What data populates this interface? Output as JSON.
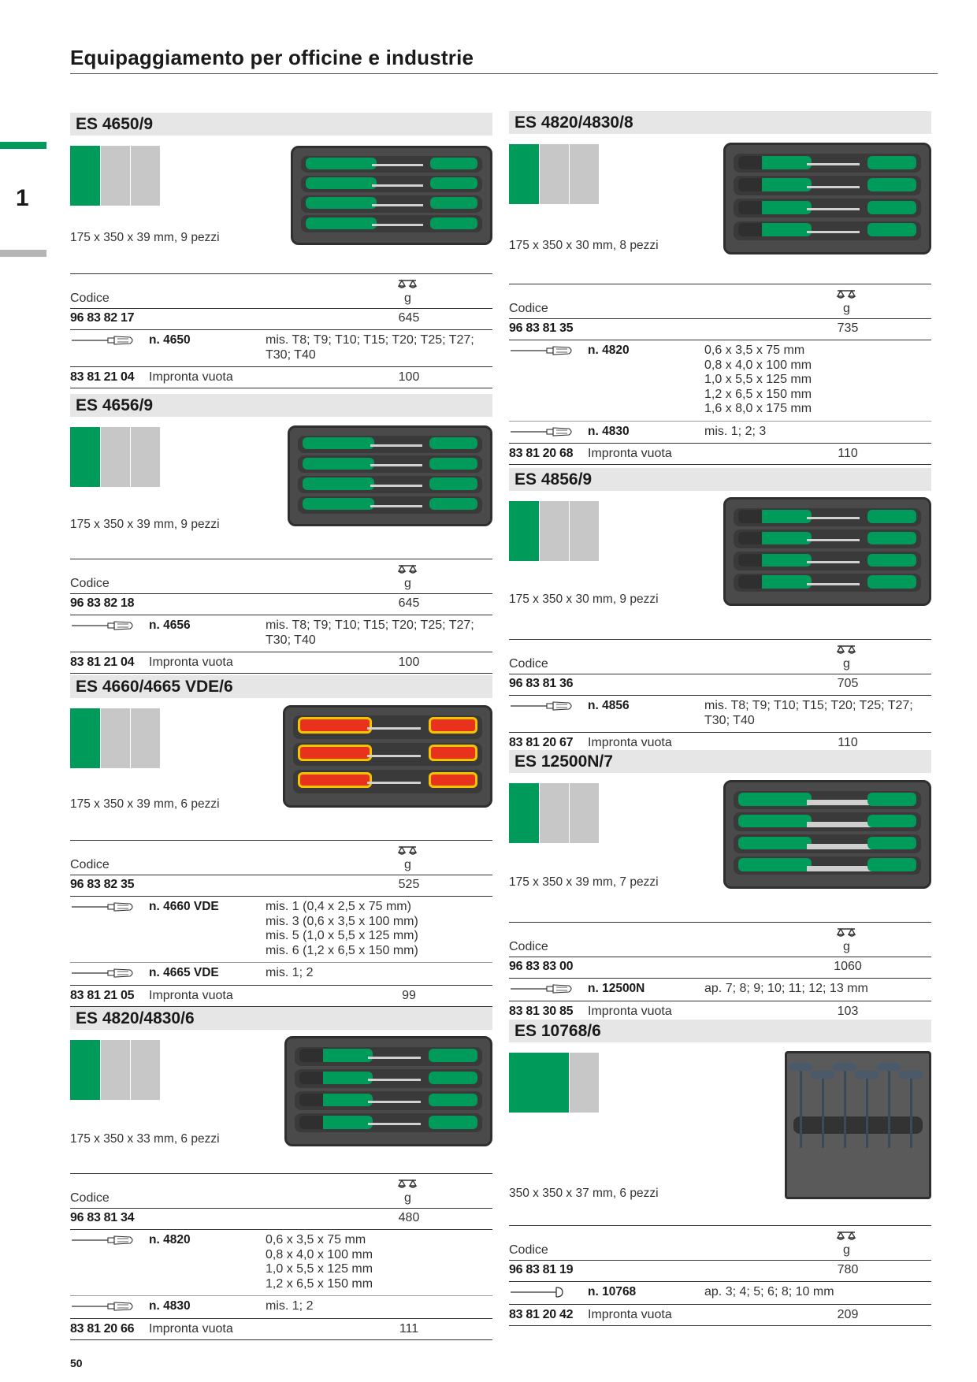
{
  "page": {
    "title": "Equipaggiamento per officine e industrie",
    "chapter": "1",
    "number": "50"
  },
  "labels": {
    "codice": "Codice",
    "unit": "g",
    "impronta": "Impronta vuota"
  },
  "colors": {
    "accent": "#009a5b",
    "swatch_gray": "#c7c7c7",
    "header_bg": "#e6e6e6",
    "vde_red": "#e8321e",
    "vde_yellow": "#f5c400"
  },
  "sections": [
    {
      "title": "ES 4650/9",
      "dims": "175 x 350 x 39 mm, 9 pezzi",
      "code": "96 83 82 17",
      "weight": "645",
      "items": [
        {
          "no": "n. 4650",
          "spec": [
            "mis. T8; T9; T10; T15; T20; T25; T27;",
            "T30; T40"
          ],
          "icon": "torx-screwdriver-icon"
        }
      ],
      "empty_code": "83 81 21 04",
      "empty_weight": "100"
    },
    {
      "title": "ES 4656/9",
      "dims": "175 x 350 x 39 mm, 9 pezzi",
      "code": "96 83 82 18",
      "weight": "645",
      "items": [
        {
          "no": "n. 4656",
          "spec": [
            "mis. T8; T9; T10; T15; T20; T25; T27;",
            "T30; T40"
          ],
          "icon": "torx-screwdriver-icon"
        }
      ],
      "empty_code": "83 81 21 04",
      "empty_weight": "100"
    },
    {
      "title": "ES 4660/4665 VDE/6",
      "dims": "175 x 350 x 39 mm, 6 pezzi",
      "code": "96 83 82 35",
      "weight": "525",
      "items": [
        {
          "no": "n. 4660 VDE",
          "spec": [
            "mis. 1 (0,4 x 2,5 x 75 mm)",
            "mis. 3 (0,6 x 3,5 x 100 mm)",
            "mis. 5 (1,0 x 5,5 x 125 mm)",
            "mis. 6 (1,2 x 6,5 x 150 mm)"
          ],
          "icon": "vde-screwdriver-icon"
        },
        {
          "no": "n. 4665 VDE",
          "spec": [
            "mis. 1; 2"
          ],
          "icon": "vde-phillips-screwdriver-icon"
        }
      ],
      "empty_code": "83 81 21 05",
      "empty_weight": "99"
    },
    {
      "title": "ES 4820/4830/6",
      "dims": "175 x 350 x 33 mm, 6 pezzi",
      "code": "96 83 81 34",
      "weight": "480",
      "items": [
        {
          "no": "n. 4820",
          "spec": [
            "0,6 x 3,5 x 75 mm",
            "0,8 x 4,0 x 100 mm",
            "1,0 x 5,5 x 125 mm",
            "1,2 x 6,5 x 150 mm"
          ],
          "icon": "slotted-screwdriver-icon"
        },
        {
          "no": "n. 4830",
          "spec": [
            "mis. 1; 2"
          ],
          "icon": "phillips-screwdriver-icon"
        }
      ],
      "empty_code": "83 81 20 66",
      "empty_weight": "111"
    },
    {
      "title": "ES 4820/4830/8",
      "dims": "175 x 350 x 30 mm, 8 pezzi",
      "code": "96 83 81 35",
      "weight": "735",
      "items": [
        {
          "no": "n. 4820",
          "spec": [
            "0,6 x 3,5 x 75 mm",
            "0,8 x 4,0 x 100 mm",
            "1,0 x 5,5 x 125 mm",
            "1,2 x 6,5 x 150 mm",
            "1,6 x 8,0 x 175 mm"
          ],
          "icon": "slotted-screwdriver-icon"
        },
        {
          "no": "n. 4830",
          "spec": [
            "mis. 1; 2; 3"
          ],
          "icon": "phillips-screwdriver-icon"
        }
      ],
      "empty_code": "83 81 20 68",
      "empty_weight": "110"
    },
    {
      "title": "ES 4856/9",
      "dims": "175 x 350 x 30 mm, 9 pezzi",
      "code": "96 83 81 36",
      "weight": "705",
      "items": [
        {
          "no": "n. 4856",
          "spec": [
            "mis. T8; T9; T10; T15; T20; T25; T27;",
            "T30; T40"
          ],
          "icon": "torx-screwdriver-icon"
        }
      ],
      "empty_code": "83 81 20 67",
      "empty_weight": "110"
    },
    {
      "title": "ES 12500N/7",
      "dims": "175 x 350 x 39 mm, 7 pezzi",
      "code": "96 83 83 00",
      "weight": "1060",
      "items": [
        {
          "no": "n. 12500N",
          "spec": [
            "ap. 7; 8; 9; 10; 11; 12; 13 mm"
          ],
          "icon": "nut-driver-icon"
        }
      ],
      "empty_code": "83 81 30 85",
      "empty_weight": "103"
    },
    {
      "title": "ES 10768/6",
      "dims": "350 x 350 x 37 mm, 6 pezzi",
      "code": "96 83 81 19",
      "weight": "780",
      "items": [
        {
          "no": "n. 10768",
          "spec": [
            "ap. 3; 4; 5; 6; 8; 10 mm"
          ],
          "icon": "t-handle-hex-key-icon"
        }
      ],
      "empty_code": "83 81 20 42",
      "empty_weight": "209"
    }
  ]
}
